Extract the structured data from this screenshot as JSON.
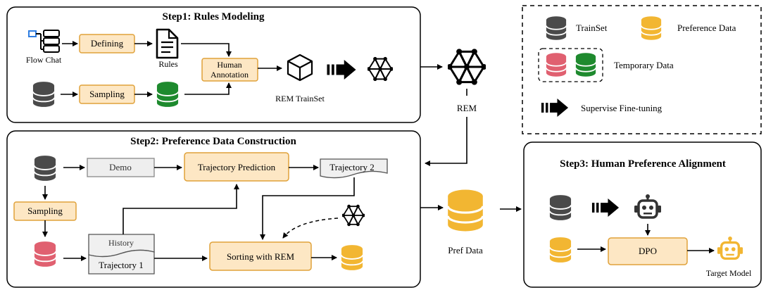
{
  "step1": {
    "title": "Step1: Rules Modeling",
    "flow_chat": "Flow Chat",
    "defining": "Defining",
    "rules": "Rules",
    "human_annotation_line1": "Human",
    "human_annotation_line2": "Annotation",
    "sampling": "Sampling",
    "rem_trainset": "REM TrainSet"
  },
  "rem_label": "REM",
  "step2": {
    "title": "Step2: Preference Data Construction",
    "demo": "Demo",
    "trajectory_prediction": "Trajectory Prediction",
    "trajectory2": "Trajectory 2",
    "sampling": "Sampling",
    "history": "History",
    "trajectory1": "Trajectory 1",
    "sorting": "Sorting with REM"
  },
  "pref_data": "Pref Data",
  "legend": {
    "trainset": "TrainSet",
    "preference_data": "Preference Data",
    "temporary_data": "Temporary Data",
    "sft": "Supervise Fine-tuning"
  },
  "step3": {
    "title": "Step3: Human Preference Alignment",
    "dpo": "DPO",
    "target_model": "Target Model"
  },
  "colors": {
    "trainset": "#4a4a4a",
    "preference": "#f2b632",
    "temp_red": "#e06070",
    "temp_green": "#1e8a2e",
    "orange_box_fill": "#fde7c4",
    "orange_box_stroke": "#e0a23a",
    "gray_box_fill": "#eeeeee"
  }
}
